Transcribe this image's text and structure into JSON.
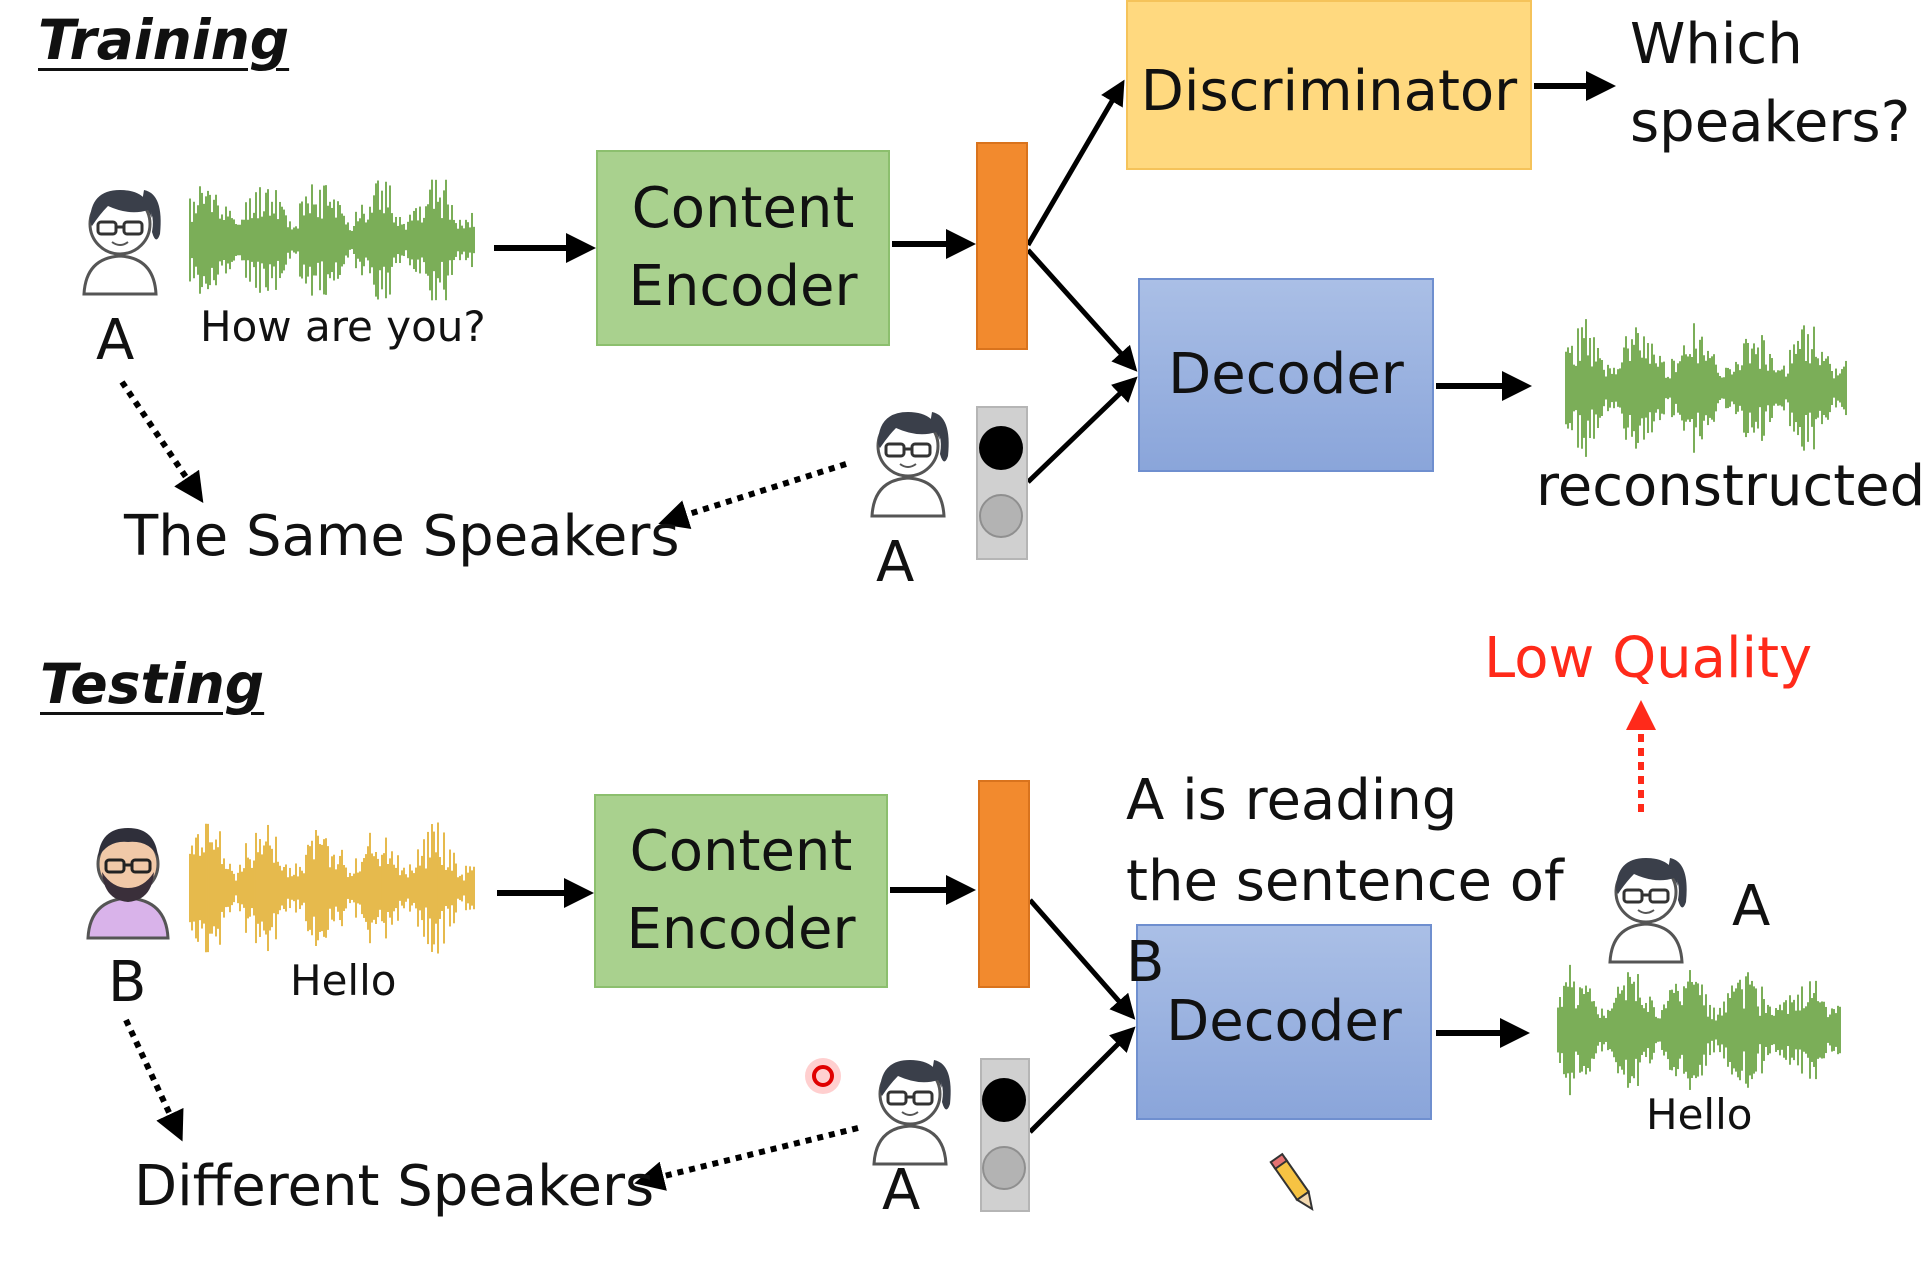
{
  "training": {
    "title": "Training",
    "speaker_label": "A",
    "utterance": "How are you?",
    "content_encoder": "Content Encoder",
    "discriminator": "Discriminator",
    "discriminator_output": "Which speakers?",
    "decoder": "Decoder",
    "output_label": "reconstructed",
    "ref_speaker_label": "A",
    "relation": "The Same Speakers",
    "waveform_color": "#5a9a2e"
  },
  "testing": {
    "title": "Testing",
    "speaker_label": "B",
    "utterance": "Hello",
    "content_encoder": "Content Encoder",
    "decoder": "Decoder",
    "ref_speaker_label": "A",
    "relation": "Different Speakers",
    "note": "A is reading the sentence of B",
    "output_speaker_label": "A",
    "output_label": "Hello",
    "quality": "Low Quality",
    "waveform_color": "#e0a820",
    "quality_color": "#ff2a1a"
  },
  "colors": {
    "encoder": "#a9d18e",
    "discriminator": "#ffd97f",
    "decoder": "#8faadc",
    "code_vector": "#f28a2e",
    "speaker_vector": "#d0d0d0"
  },
  "icons": [
    "female-speaker-icon",
    "male-speaker-icon",
    "waveform-icon",
    "pencil-cursor-icon",
    "laser-pointer-icon"
  ]
}
